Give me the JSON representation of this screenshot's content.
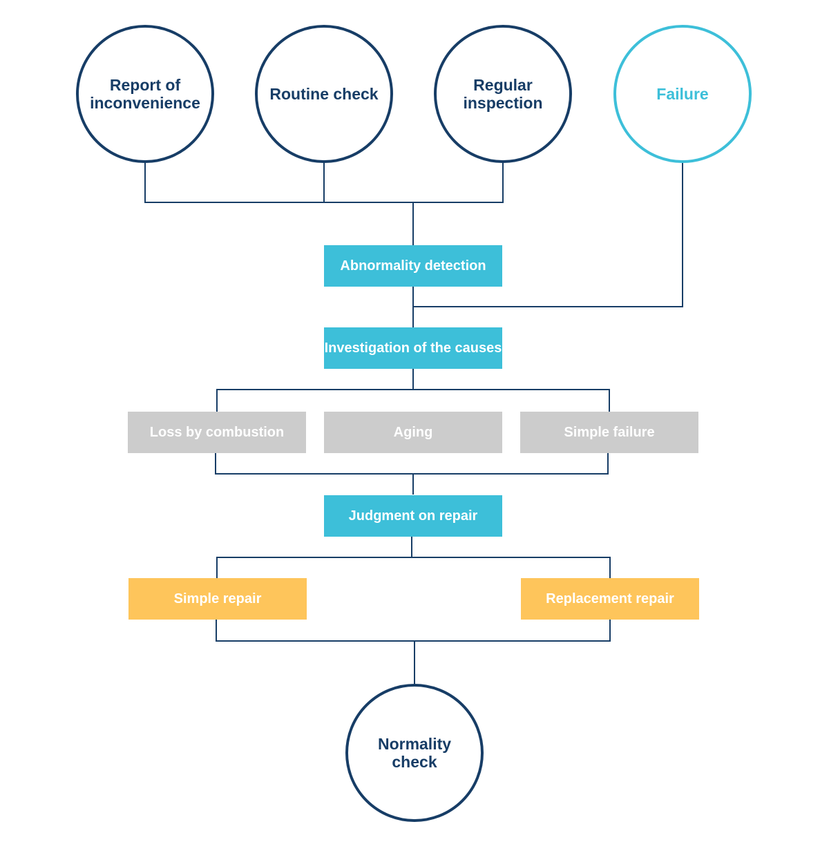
{
  "colors": {
    "navy": "#173d66",
    "cyan": "#3dbfd9",
    "gray": "#cccccc",
    "yellow": "#fec55b"
  },
  "triggers": [
    {
      "label": "Report of\ninconvenience"
    },
    {
      "label": "Routine check"
    },
    {
      "label": "Regular\ninspection"
    },
    {
      "label": "Failure"
    }
  ],
  "steps": {
    "detection": "Abnormality detection",
    "investigation": "Investigation of the causes",
    "judgment": "Judgment on repair"
  },
  "causes": [
    {
      "label": "Loss by combustion"
    },
    {
      "label": "Aging"
    },
    {
      "label": "Simple failure"
    }
  ],
  "repairs": [
    {
      "label": "Simple repair"
    },
    {
      "label": "Replacement repair"
    }
  ],
  "final": {
    "label": "Normality\ncheck"
  }
}
